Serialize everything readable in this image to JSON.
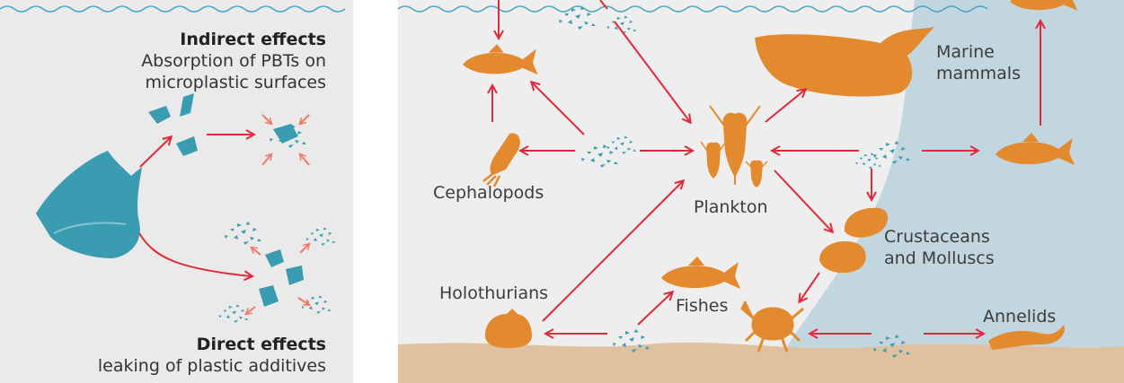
{
  "left_panel": {
    "indirect": {
      "title": "Indirect effects",
      "line1": "Absorption of PBTs on",
      "line2": "microplastic surfaces"
    },
    "direct": {
      "title": "Direct effects",
      "line1": "leaking of plastic additives"
    }
  },
  "food_web": {
    "nodes": {
      "cephalopods": "Cephalopods",
      "plankton": "Plankton",
      "marine_mammals_1": "Marine",
      "marine_mammals_2": "mammals",
      "crustaceans_1": "Crustaceans",
      "crustaceans_2": "and Molluscs",
      "holothurians": "Holothurians",
      "fishes": "Fishes",
      "annelids": "Annelids"
    }
  },
  "colors": {
    "panel_bg": "#eaeaea",
    "ocean_water": "#c2d6df",
    "seabed": "#dfc1a0",
    "organism": "#e3892e",
    "plastic": "#3a9cb0",
    "arrow": "#e0293a",
    "wave": "#4aa4c4"
  }
}
